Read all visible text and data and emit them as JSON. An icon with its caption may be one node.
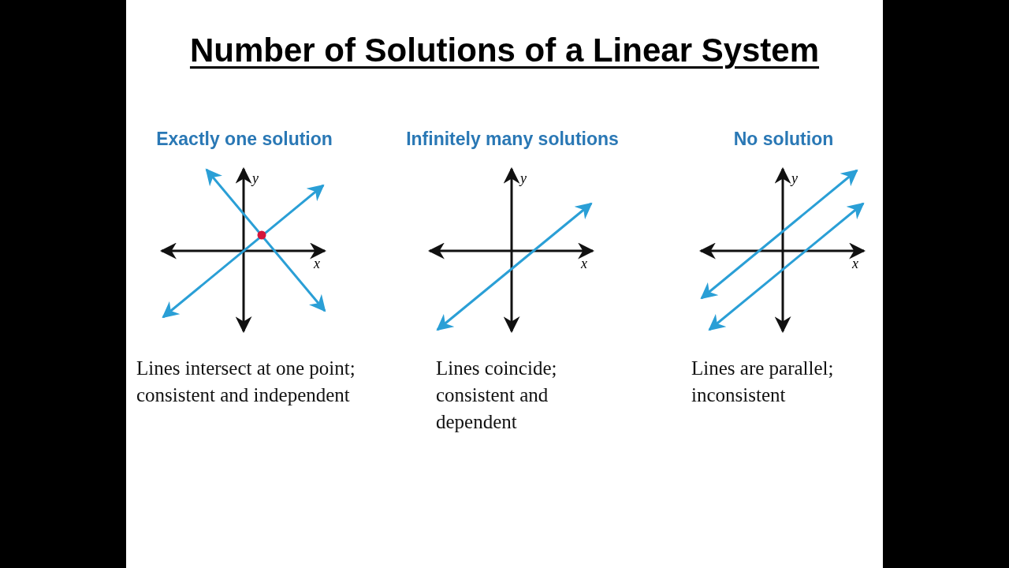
{
  "diagram": {
    "title": "Number of Solutions of a Linear System",
    "labels": [
      "Exactly one solution",
      "Infinitely many solutions",
      "No solution",
      "y",
      "x",
      "y",
      "x",
      "y",
      "x",
      "Lines intersect at one point; consistent and independent",
      "Lines coincide; consistent and dependent",
      "Lines are parallel; inconsistent"
    ]
  }
}
